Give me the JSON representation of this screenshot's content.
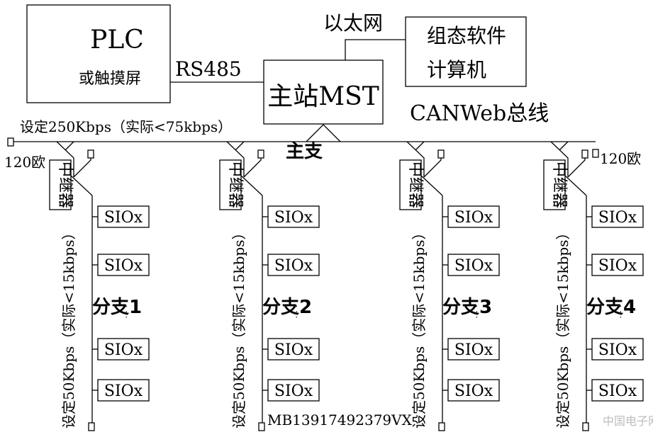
{
  "plc": {
    "title": "PLC",
    "subtitle": "或触摸屏"
  },
  "rs485": "RS485",
  "ethernet": "以太网",
  "scada": {
    "line1": "组态软件",
    "line2": "计算机"
  },
  "master": "主站MST",
  "bus_name": "CANWeb总线",
  "main_speed": "设定250Kbps（实际<75kbps）",
  "trunk": "主支",
  "terminator_left": "120欧",
  "terminator_right": "120欧",
  "repeater": "中继器",
  "branch_speed": "设定50Kbps（实际<15kbps）",
  "device": "SIOx",
  "dots": "· · ·",
  "branches": [
    "分支1",
    "分支2",
    "分支3",
    "分支4"
  ],
  "footer": "MB13917492379VX",
  "watermark": "中国电子网"
}
